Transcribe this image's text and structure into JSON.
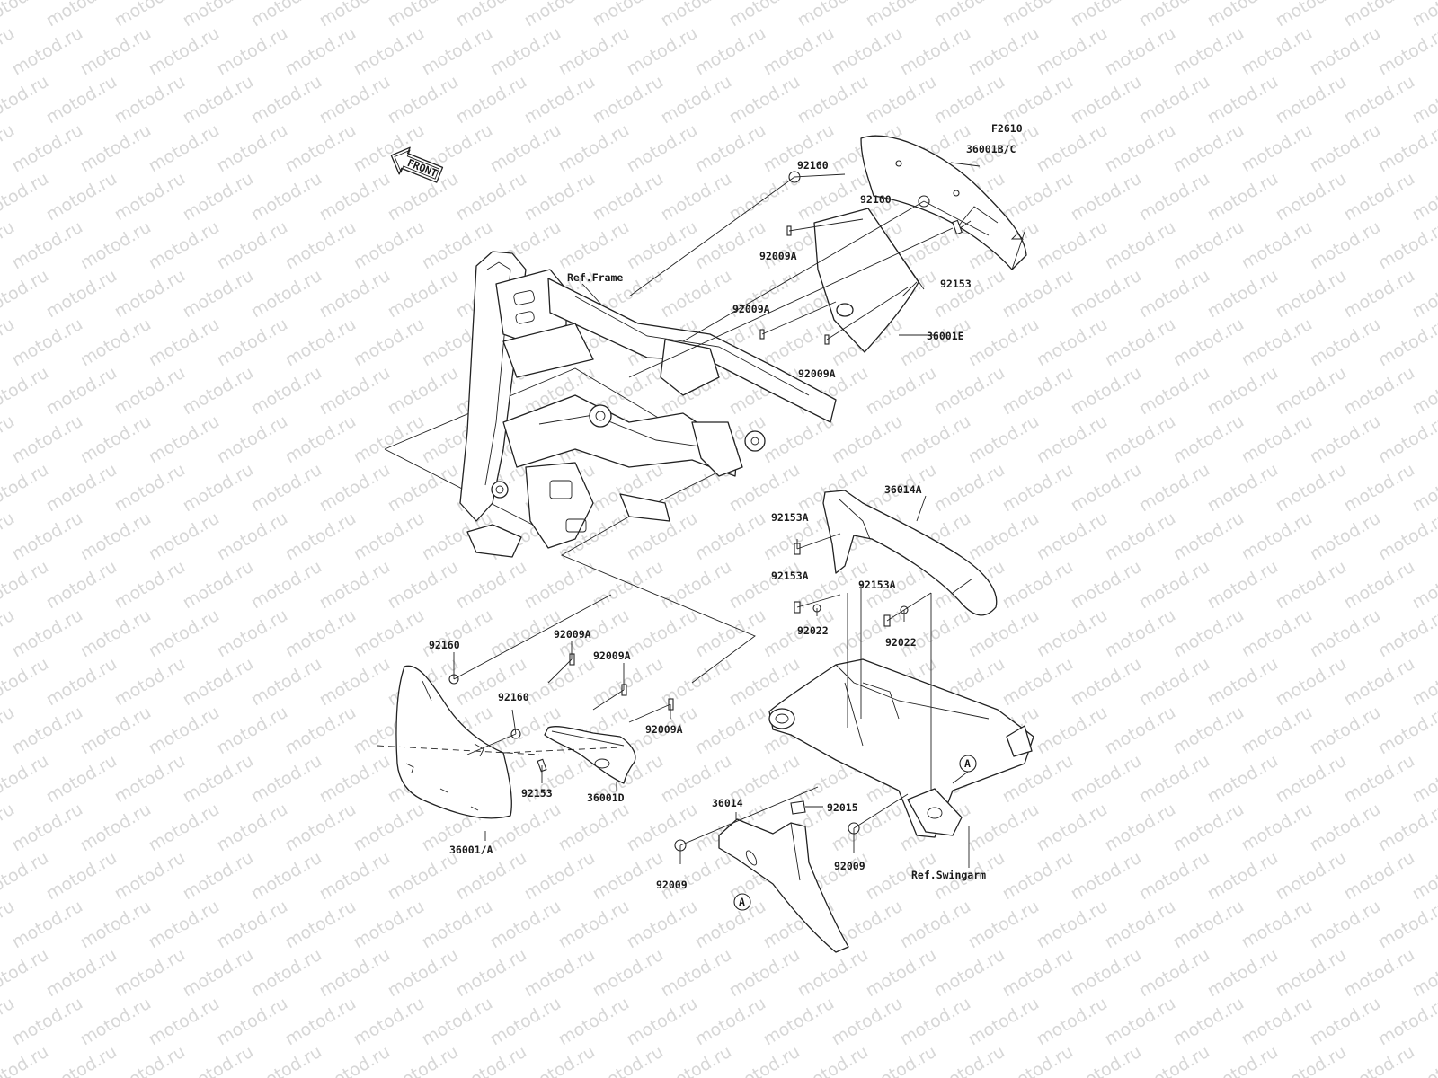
{
  "figure_code": "F2610",
  "watermark": "motod.ru",
  "front_label": "FRONT",
  "callout_marker": "A",
  "labels": {
    "l_36001BC": "36001B/C",
    "l_92160_top1": "92160",
    "l_92160_top2": "92160",
    "l_92009A_1": "92009A",
    "l_92153_top": "92153",
    "l_reframe": "Ref.Frame",
    "l_92009A_2": "92009A",
    "l_36001E": "36001E",
    "l_92009A_3": "92009A",
    "l_36014A": "36014A",
    "l_92153A_1": "92153A",
    "l_92153A_2": "92153A",
    "l_92153A_3": "92153A",
    "l_92022_1": "92022",
    "l_92022_2": "92022",
    "l_92160_l1": "92160",
    "l_92009A_4": "92009A",
    "l_92009A_5": "92009A",
    "l_92160_l2": "92160",
    "l_92009A_6": "92009A",
    "l_92153_bot": "92153",
    "l_36001D": "36001D",
    "l_36001A": "36001/A",
    "l_36014": "36014",
    "l_92015": "92015",
    "l_92009_1": "92009",
    "l_92009_2": "92009",
    "l_reswing": "Ref.Swingarm"
  }
}
